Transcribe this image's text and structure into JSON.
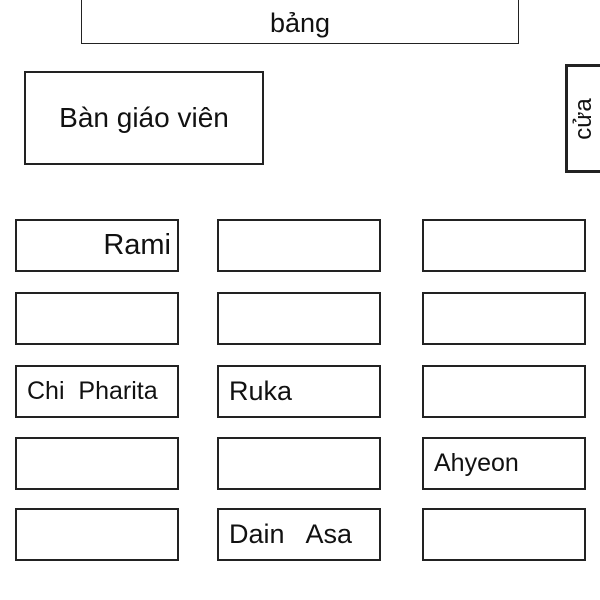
{
  "board": {
    "label": "bảng"
  },
  "teacher_desk": {
    "label": "Bàn giáo viên"
  },
  "door": {
    "label": "cửa"
  },
  "desks": {
    "row1": [
      "Rami",
      "",
      ""
    ],
    "row2": [
      "",
      "",
      ""
    ],
    "row3": [
      "Chi  Pharita",
      "Ruka",
      ""
    ],
    "row4": [
      "",
      "",
      "Ahyeon"
    ],
    "row5": [
      "",
      "Dain   Asa",
      ""
    ]
  }
}
